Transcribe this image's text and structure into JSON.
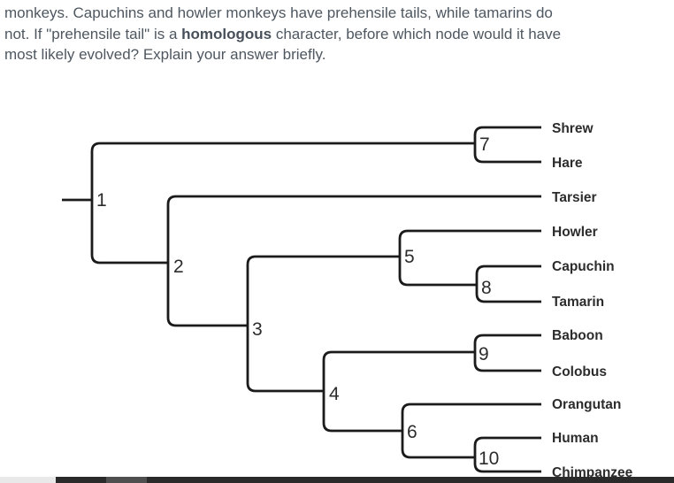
{
  "question": {
    "line1": "monkeys. Capuchins and howler monkeys have prehensile tails, while tamarins do",
    "line2_pre": "not. If \"prehensile tail\" is a ",
    "line2_bold": "homologous",
    "line2_post": " character, before which node would it have",
    "line3": "most likely evolved? Explain your answer briefly."
  },
  "tree": {
    "type": "cladogram",
    "taxa": [
      "Shrew",
      "Hare",
      "Tarsier",
      "Howler",
      "Capuchin",
      "Tamarin",
      "Baboon",
      "Colobus",
      "Orangutan",
      "Human",
      "Chimpanzee"
    ],
    "nodes": [
      "1",
      "2",
      "3",
      "4",
      "5",
      "6",
      "7",
      "8",
      "9",
      "10"
    ],
    "topology": {
      "1": [
        "7",
        "2"
      ],
      "7": [
        "Shrew",
        "Hare"
      ],
      "2": [
        "Tarsier",
        "3"
      ],
      "3": [
        "5",
        "4"
      ],
      "5": [
        "Howler",
        "8"
      ],
      "8": [
        "Capuchin",
        "Tamarin"
      ],
      "4": [
        "9",
        "6"
      ],
      "9": [
        "Baboon",
        "Colobus"
      ],
      "6": [
        "Orangutan",
        "10"
      ],
      "10": [
        "Human",
        "Chimpanzee"
      ]
    },
    "line_color": "#1b1b1b",
    "label_color": "#2c2c2c"
  },
  "colors": {
    "question_text": "#4e5760",
    "bottom_bar_dark": "#2a2a2a",
    "bottom_bar_thumb": "#4f4f4f",
    "bottom_bar_light": "#e9e9e9"
  }
}
